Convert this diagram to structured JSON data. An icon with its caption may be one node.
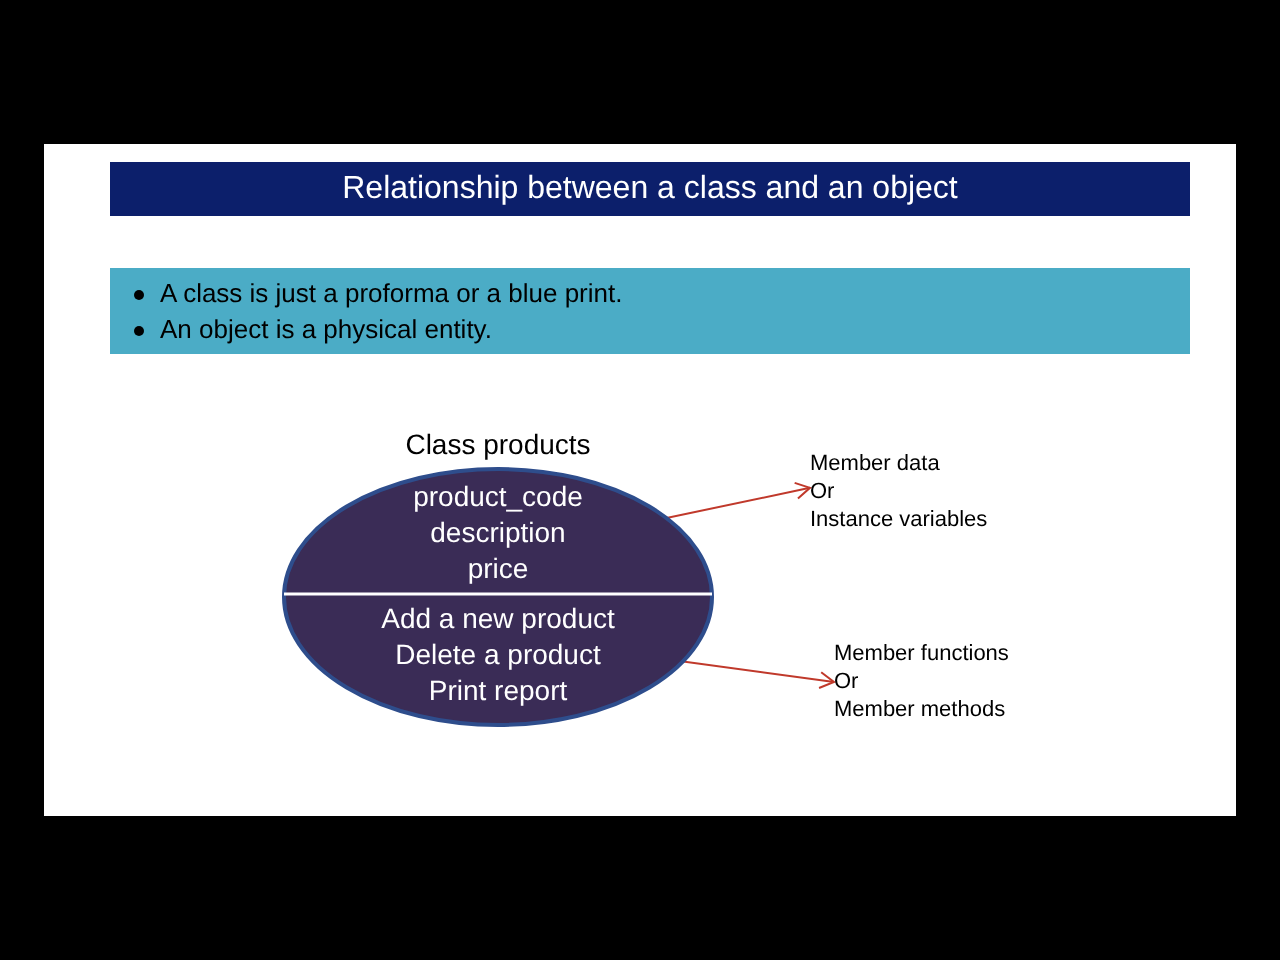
{
  "diagram": {
    "title": "Relationship between a class and an object",
    "nodes": [
      {
        "text": [
          "A class is just a proforma or a blue print.",
          "An object is a physical entity."
        ]
      },
      {
        "text": [
          "Class products"
        ]
      },
      {
        "text": [
          "product_code",
          "description",
          "price"
        ],
        "in": 1
      },
      {
        "text": [
          "Add a new product",
          "Delete a product",
          "Print report"
        ],
        "in": 1
      },
      {
        "text": [
          "Member data",
          "Or",
          "Instance variables"
        ]
      },
      {
        "text": [
          "Member functions",
          "Or",
          "Member methods"
        ]
      }
    ],
    "edges": [
      {
        "from": 2,
        "to": 4,
        "arrow": "to",
        "color": "#c0392b"
      },
      {
        "from": 3,
        "to": 5,
        "arrow": "to",
        "color": "#c0392b"
      }
    ]
  }
}
